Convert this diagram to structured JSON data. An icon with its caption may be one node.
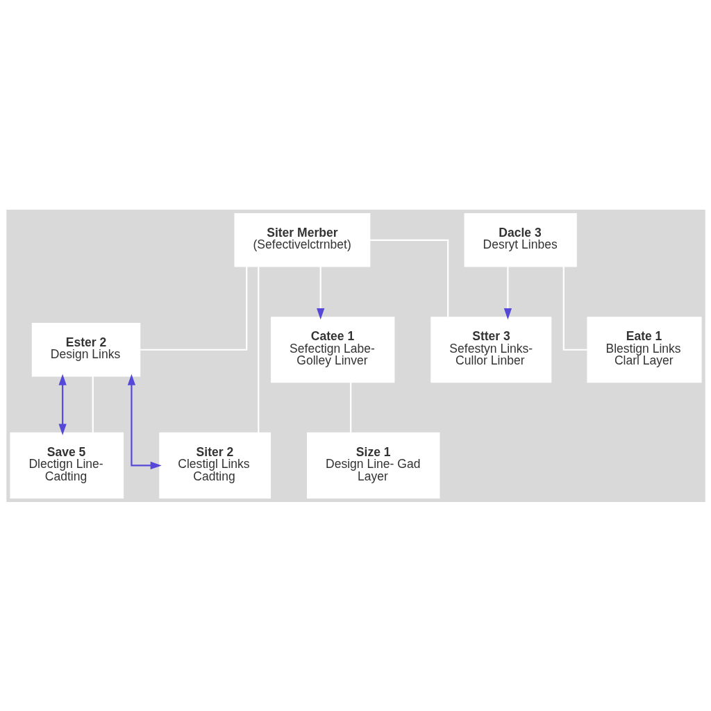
{
  "diagram": {
    "nodes": [
      {
        "text": [
          "Siter Merber",
          "(Sefectivelctrnbet)"
        ]
      },
      {
        "text": [
          "Siter 2",
          "Clestigl Links Cadting"
        ]
      },
      {
        "text": [
          "Stter 3",
          "Sefestyn Links- Cullor Linber"
        ]
      },
      {
        "text": [
          "Catee 1",
          "Sefectign Labe- Golley Linver"
        ]
      },
      {
        "text": [
          "Ester 2",
          "Design Links"
        ]
      },
      {
        "text": [
          "Dacle 3",
          "Desryt Linbes"
        ]
      },
      {
        "text": [
          "Save 5",
          "Dlectign Line- Cadting"
        ]
      },
      {
        "text": [
          "Eate 1",
          "Blestign Links Clarl Layer"
        ]
      },
      {
        "text": [
          "Size 1",
          "Design Line- Gad Layer"
        ]
      }
    ],
    "edges": [
      {
        "from": 0,
        "to": 2,
        "arrow": "none"
      },
      {
        "from": 0,
        "to": 3,
        "arrow": "to"
      },
      {
        "from": 0,
        "to": 4,
        "arrow": "none"
      },
      {
        "from": 0,
        "to": 1,
        "arrow": "none"
      },
      {
        "from": 4,
        "to": 1,
        "arrow": "both",
        "color": "#5548d9"
      },
      {
        "from": 4,
        "to": 6,
        "arrow": "both",
        "color": "#5548d9"
      },
      {
        "from": 4,
        "to": 6,
        "arrow": "none"
      },
      {
        "from": 5,
        "to": 2,
        "arrow": "to"
      },
      {
        "from": 5,
        "to": 7,
        "arrow": "none"
      },
      {
        "from": 3,
        "to": 8,
        "arrow": "none"
      }
    ]
  }
}
